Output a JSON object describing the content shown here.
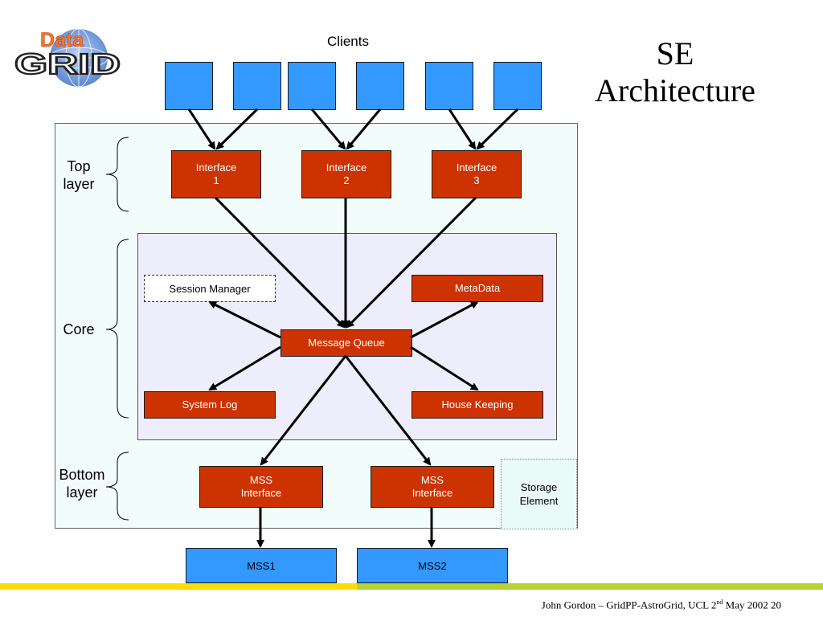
{
  "slide": {
    "title_line1": "SE",
    "title_line2": "Architecture",
    "clients_label": "Clients",
    "logo": {
      "top_word": "Data",
      "bottom_word": "GRID"
    }
  },
  "layers": {
    "top": [
      "Top",
      "layer"
    ],
    "core": "Core",
    "bottom": [
      "Bottom",
      "layer"
    ]
  },
  "interfaces": [
    {
      "line1": "Interface",
      "line2": "1"
    },
    {
      "line1": "Interface",
      "line2": "2"
    },
    {
      "line1": "Interface",
      "line2": "3"
    }
  ],
  "core_components": {
    "session_manager": "Session Manager",
    "metadata": "MetaData",
    "message_queue": "Message Queue",
    "system_log": "System Log",
    "house_keeping": "House Keeping"
  },
  "mss_interfaces": [
    {
      "line1": "MSS",
      "line2": "Interface"
    },
    {
      "line1": "MSS",
      "line2": "Interface"
    }
  ],
  "storage_element": {
    "line1": "Storage",
    "line2": "Element"
  },
  "mss": [
    "MSS1",
    "MSS2"
  ],
  "footer": {
    "text_before": "John Gordon – GridPP-AstroGrid, UCL 2",
    "sup": "nd",
    "text_after": " May 2002 20"
  },
  "colors": {
    "client_blue": "#3399ff",
    "component_red": "#cc3300",
    "outer_bg": "#f2fcfa",
    "core_bg": "#ededfc",
    "bar_yellow": "#ffdd00",
    "bar_green": "#b5d334"
  }
}
